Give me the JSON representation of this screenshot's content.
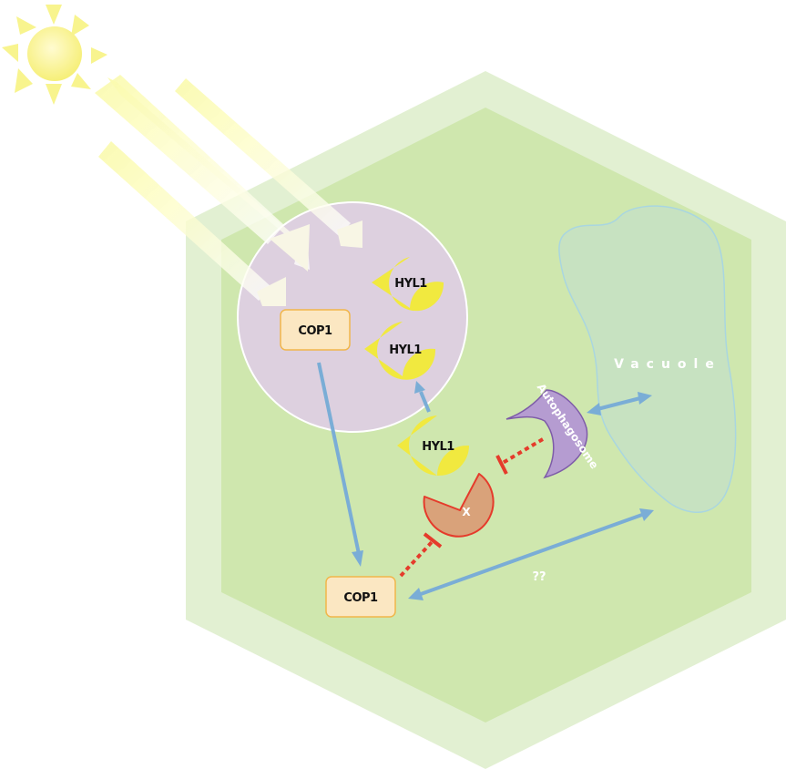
{
  "labels": {
    "hyl1": "HYL1",
    "cop1": "COP1",
    "x": "X",
    "autophagosome": "Autophagosome",
    "vacuole": "Vacuole",
    "unknown": "??"
  },
  "colors": {
    "cell_wall": "#e2f0d2",
    "cytoplasm": "#cfe7ae",
    "nucleus": "#ddd0df",
    "hyl1": "#f1e93f",
    "cop1_fill": "#fbe7c2",
    "cop1_border": "#f1b64a",
    "x_protein": "#d9a27a",
    "autophagosome": "#b59cd1",
    "vacuole": "#c7e2c1",
    "arrow": "#7aadd6",
    "inhibition": "#e53b2b",
    "sun": "#f8f27a"
  }
}
